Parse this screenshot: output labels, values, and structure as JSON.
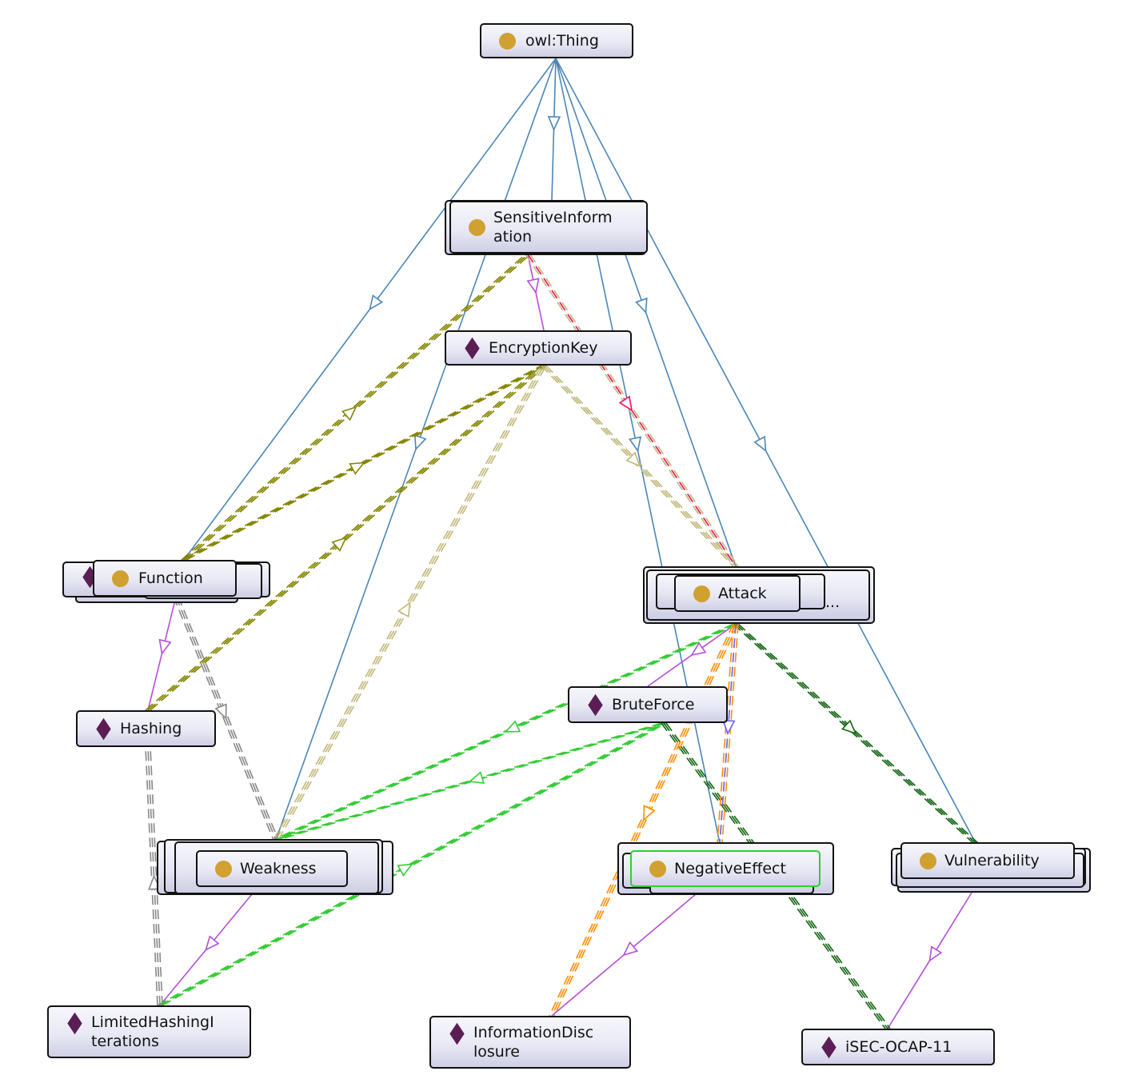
{
  "graph": {
    "title": "Ontology class and individual graph",
    "legend_colors": {
      "subclass": "#4a86b8",
      "has_individual": "#b44fd6",
      "olive_relation": "#858500",
      "khaki_relation": "#c2b878",
      "green_relation": "#33cc33",
      "dark_green_relation": "#116611",
      "orange_relation": "#ff8c00",
      "gray_relation": "#888888",
      "pink_relation": "#ee1166",
      "blue_dashed_relation": "#6666ff",
      "yellow_relation": "#e8d000",
      "brown_relation": "#cc8844"
    },
    "node_icon_types": {
      "class": "class-circle-icon",
      "individual": "individual-diamond-icon"
    },
    "nodes": [
      {
        "id": "owl_thing",
        "label": "owl:Thing",
        "type": "class"
      },
      {
        "id": "sensitive_information",
        "label": "SensitiveInform\nation",
        "type": "class"
      },
      {
        "id": "encryption_key",
        "label": "EncryptionKey",
        "type": "individual"
      },
      {
        "id": "function",
        "label": "Function",
        "type": "class"
      },
      {
        "id": "attack",
        "label": "Attack",
        "type": "class",
        "truncated_suffix": "..."
      },
      {
        "id": "brute_force",
        "label": "BruteForce",
        "type": "individual"
      },
      {
        "id": "hashing",
        "label": "Hashing",
        "type": "individual"
      },
      {
        "id": "weakness",
        "label": "Weakness",
        "type": "class"
      },
      {
        "id": "negative_effect",
        "label": "NegativeEffect",
        "type": "class",
        "selected": true
      },
      {
        "id": "vulnerability",
        "label": "Vulnerability",
        "type": "class"
      },
      {
        "id": "limited_hashing_iterations",
        "label": "LimitedHashingI\nterations",
        "type": "individual"
      },
      {
        "id": "information_disclosure",
        "label": "InformationDisc\nlosure",
        "type": "individual"
      },
      {
        "id": "isec_ocap_11",
        "label": "iSEC-OCAP-11",
        "type": "individual"
      }
    ],
    "edges": [
      {
        "from": "owl_thing",
        "to": "function",
        "kind": "subclass"
      },
      {
        "from": "owl_thing",
        "to": "sensitive_information",
        "kind": "subclass"
      },
      {
        "from": "owl_thing",
        "to": "weakness",
        "kind": "subclass"
      },
      {
        "from": "owl_thing",
        "to": "attack",
        "kind": "subclass"
      },
      {
        "from": "owl_thing",
        "to": "negative_effect",
        "kind": "subclass"
      },
      {
        "from": "owl_thing",
        "to": "vulnerability",
        "kind": "subclass"
      },
      {
        "from": "sensitive_information",
        "to": "encryption_key",
        "kind": "has_individual"
      },
      {
        "from": "function",
        "to": "hashing",
        "kind": "has_individual"
      },
      {
        "from": "weakness",
        "to": "limited_hashing_iterations",
        "kind": "has_individual"
      },
      {
        "from": "negative_effect",
        "to": "information_disclosure",
        "kind": "has_individual"
      },
      {
        "from": "vulnerability",
        "to": "isec_ocap_11",
        "kind": "has_individual"
      },
      {
        "from": "attack",
        "to": "brute_force",
        "kind": "has_individual"
      },
      {
        "from": "function",
        "to": "sensitive_information",
        "kind": "olive_relation"
      },
      {
        "from": "function",
        "to": "encryption_key",
        "kind": "olive_relation"
      },
      {
        "from": "hashing",
        "to": "encryption_key",
        "kind": "olive_relation"
      },
      {
        "from": "sensitive_information",
        "to": "attack",
        "kind": "khaki_relation"
      },
      {
        "from": "encryption_key",
        "to": "attack",
        "kind": "khaki_relation"
      },
      {
        "from": "weakness",
        "to": "encryption_key",
        "kind": "khaki_relation"
      },
      {
        "from": "sensitive_information",
        "to": "attack",
        "kind": "pink_relation"
      },
      {
        "from": "attack",
        "to": "weakness",
        "kind": "green_relation"
      },
      {
        "from": "brute_force",
        "to": "weakness",
        "kind": "green_relation"
      },
      {
        "from": "limited_hashing_iterations",
        "to": "brute_force",
        "kind": "green_relation"
      },
      {
        "from": "attack",
        "to": "vulnerability",
        "kind": "dark_green_relation"
      },
      {
        "from": "brute_force",
        "to": "isec_ocap_11",
        "kind": "dark_green_relation"
      },
      {
        "from": "attack",
        "to": "information_disclosure",
        "kind": "orange_relation"
      },
      {
        "from": "attack",
        "to": "negative_effect",
        "kind": "orange_relation"
      },
      {
        "from": "function",
        "to": "weakness",
        "kind": "gray_relation"
      },
      {
        "from": "limited_hashing_iterations",
        "to": "hashing",
        "kind": "gray_relation"
      },
      {
        "from": "attack",
        "to": "negative_effect",
        "kind": "blue_dashed_relation"
      }
    ]
  }
}
